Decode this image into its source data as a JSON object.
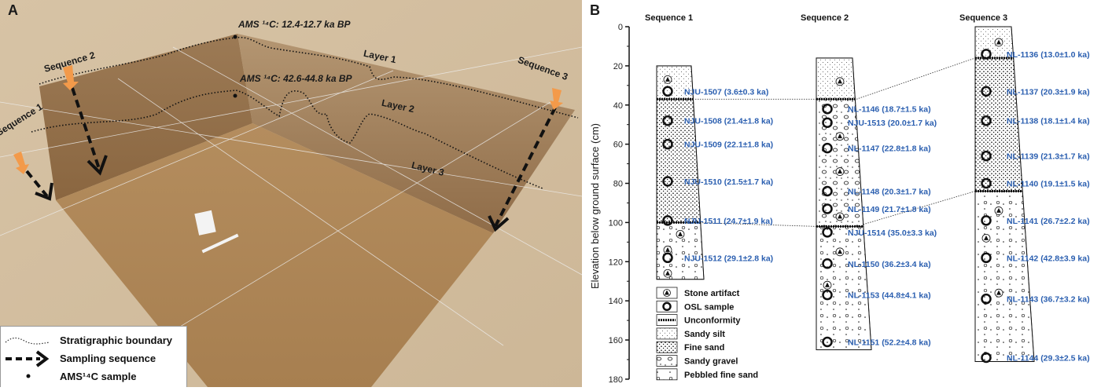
{
  "panel_a": {
    "panel_label": "A",
    "ams_upper": "AMS ¹⁴C: 12.4-12.7 ka BP",
    "ams_lower": "AMS ¹⁴C: 42.6-44.8 ka BP",
    "layers": [
      "Layer 1",
      "Layer 2",
      "Layer 3"
    ],
    "sequences": [
      "Sequence 1",
      "Sequence 2",
      "Sequence 3"
    ],
    "legend": [
      "Stratigraphic boundary",
      "Sampling sequence",
      "AMS¹⁴C sample"
    ],
    "colors": {
      "arrow": "#f39a4a",
      "soil": "#b8915e",
      "ground": "#d9c4a6"
    }
  },
  "panel_b": {
    "panel_label": "B",
    "y_axis_label": "Elevation below ground surface (cm)",
    "y_ticks": [
      "0",
      "20",
      "40",
      "60",
      "80",
      "100",
      "120",
      "140",
      "160",
      "180"
    ],
    "y_range": [
      0,
      180
    ],
    "label_color": "#2b5fb0",
    "sequences": [
      {
        "title": "Sequence 1",
        "top": 20,
        "bottom": 129,
        "units": [
          {
            "type": "sandy-silt",
            "from": 20,
            "to": 37
          },
          {
            "type": "fine-sand",
            "from": 37,
            "to": 100
          },
          {
            "type": "pebbled-fine-sand",
            "from": 100,
            "to": 129
          }
        ],
        "unconformities": [
          37,
          100
        ],
        "artifacts": [
          27,
          106,
          114,
          126
        ],
        "samples": [
          {
            "depth": 33,
            "label": "NJU-1507 (3.6±0.3 ka)"
          },
          {
            "depth": 48,
            "label": "NJU-1508 (21.4±1.8 ka)"
          },
          {
            "depth": 60,
            "label": "NJU-1509 (22.1±1.8 ka)"
          },
          {
            "depth": 79,
            "label": "NJU-1510 (21.5±1.7 ka)"
          },
          {
            "depth": 99,
            "label": "NJU-1511 (24.7±1.9 ka)"
          },
          {
            "depth": 118,
            "label": "NJU-1512 (29.1±2.8 ka)"
          }
        ]
      },
      {
        "title": "Sequence 2",
        "top": 16,
        "bottom": 165,
        "units": [
          {
            "type": "sandy-silt",
            "from": 16,
            "to": 37
          },
          {
            "type": "sandy-gravel",
            "from": 37,
            "to": 102
          },
          {
            "type": "pebbled-fine-sand",
            "from": 102,
            "to": 165
          }
        ],
        "unconformities": [
          37,
          102
        ],
        "artifacts": [
          28,
          56,
          74,
          97,
          115,
          132
        ],
        "samples": [
          {
            "depth": 42,
            "label": "NL-1146 (18.7±1.5 ka)"
          },
          {
            "depth": 49,
            "label": "NJU-1513 (20.0±1.7 ka)"
          },
          {
            "depth": 62,
            "label": "NL-1147 (22.8±1.8 ka)"
          },
          {
            "depth": 84,
            "label": "NL-1148 (20.3±1.7 ka)"
          },
          {
            "depth": 93,
            "label": "NL-1149 (21.7±1.8 ka)"
          },
          {
            "depth": 105,
            "label": "NJU-1514 (35.0±3.3 ka)"
          },
          {
            "depth": 121,
            "label": "NL-1150 (36.2±3.4 ka)"
          },
          {
            "depth": 137,
            "label": "NL-1153 (44.8±4.1 ka)"
          },
          {
            "depth": 161,
            "label": "NL-1151 (52.2±4.8 ka)"
          }
        ]
      },
      {
        "title": "Sequence 3",
        "top": 0,
        "bottom": 171,
        "units": [
          {
            "type": "sandy-silt",
            "from": 0,
            "to": 16
          },
          {
            "type": "fine-sand",
            "from": 16,
            "to": 84
          },
          {
            "type": "pebbled-fine-sand",
            "from": 84,
            "to": 171
          }
        ],
        "unconformities": [
          16,
          84
        ],
        "artifacts": [
          8,
          94,
          108,
          136
        ],
        "samples": [
          {
            "depth": 14,
            "label": "NL-1136 (13.0±1.0 ka)"
          },
          {
            "depth": 33,
            "label": "NL-1137 (20.3±1.9 ka)"
          },
          {
            "depth": 48,
            "label": "NL-1138 (18.1±1.4 ka)"
          },
          {
            "depth": 66,
            "label": "NL-1139 (21.3±1.7 ka)"
          },
          {
            "depth": 80,
            "label": "NL-1140 (19.1±1.5 ka)"
          },
          {
            "depth": 99,
            "label": "NL-1141 (26.7±2.2 ka)"
          },
          {
            "depth": 118,
            "label": "NL-1142 (42.8±3.9 ka)"
          },
          {
            "depth": 139,
            "label": "NL-1143 (36.7±3.2 ka)"
          },
          {
            "depth": 169,
            "label": "NL-1144 (29.3±2.5 ka)"
          }
        ]
      }
    ],
    "legend": [
      "Stone artifact",
      "OSL sample",
      "Unconformity",
      "Sandy silt",
      "Fine sand",
      "Sandy gravel",
      "Pebbled fine sand"
    ]
  }
}
